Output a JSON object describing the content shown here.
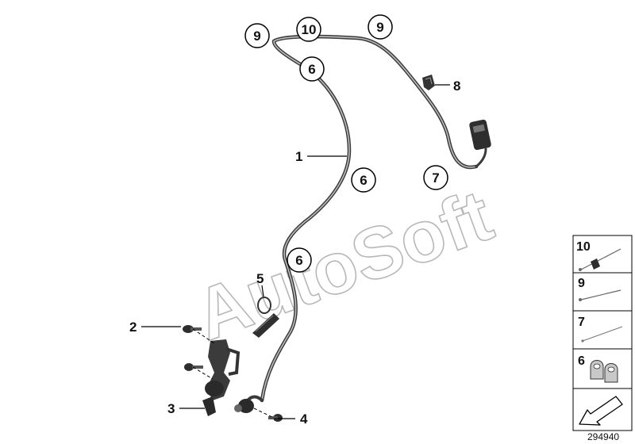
{
  "diagram": {
    "callouts": {
      "c1": "1",
      "c2": "2",
      "c3": "3",
      "c4": "4",
      "c5": "5",
      "c8": "8"
    },
    "circled": {
      "top_9_left": "9",
      "top_10": "10",
      "top_9_right": "9",
      "mid_6_upper": "6",
      "mid_6_center": "6",
      "mid_6_lower": "6",
      "mid_7": "7"
    },
    "legend": {
      "items": [
        {
          "label": "10"
        },
        {
          "label": "9"
        },
        {
          "label": "7"
        },
        {
          "label": "6"
        }
      ]
    },
    "watermark": "AutoSoft",
    "doc_number": "294940"
  }
}
